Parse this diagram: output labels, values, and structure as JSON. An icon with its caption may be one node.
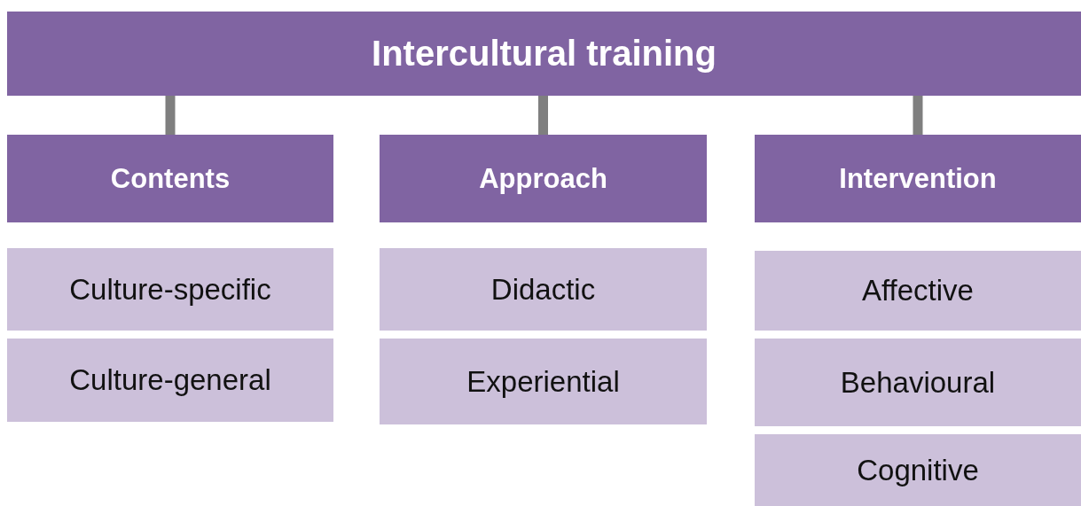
{
  "diagram": {
    "nodes": [
      {
        "text": [
          "Intercultural training"
        ]
      },
      {
        "text": [
          "Contents"
        ]
      },
      {
        "text": [
          "Culture-specific"
        ]
      },
      {
        "text": [
          "Culture-general"
        ]
      },
      {
        "text": [
          "Approach"
        ]
      },
      {
        "text": [
          "Didactic"
        ]
      },
      {
        "text": [
          "Experiential"
        ]
      },
      {
        "text": [
          "Intervention"
        ]
      },
      {
        "text": [
          "Affective"
        ]
      },
      {
        "text": [
          "Behavioural"
        ]
      },
      {
        "text": [
          "Cognitive"
        ]
      }
    ],
    "edges": [
      {
        "from": 0,
        "to": 1,
        "arrow": "none"
      },
      {
        "from": 0,
        "to": 4,
        "arrow": "none"
      },
      {
        "from": 0,
        "to": 7,
        "arrow": "none"
      }
    ]
  }
}
